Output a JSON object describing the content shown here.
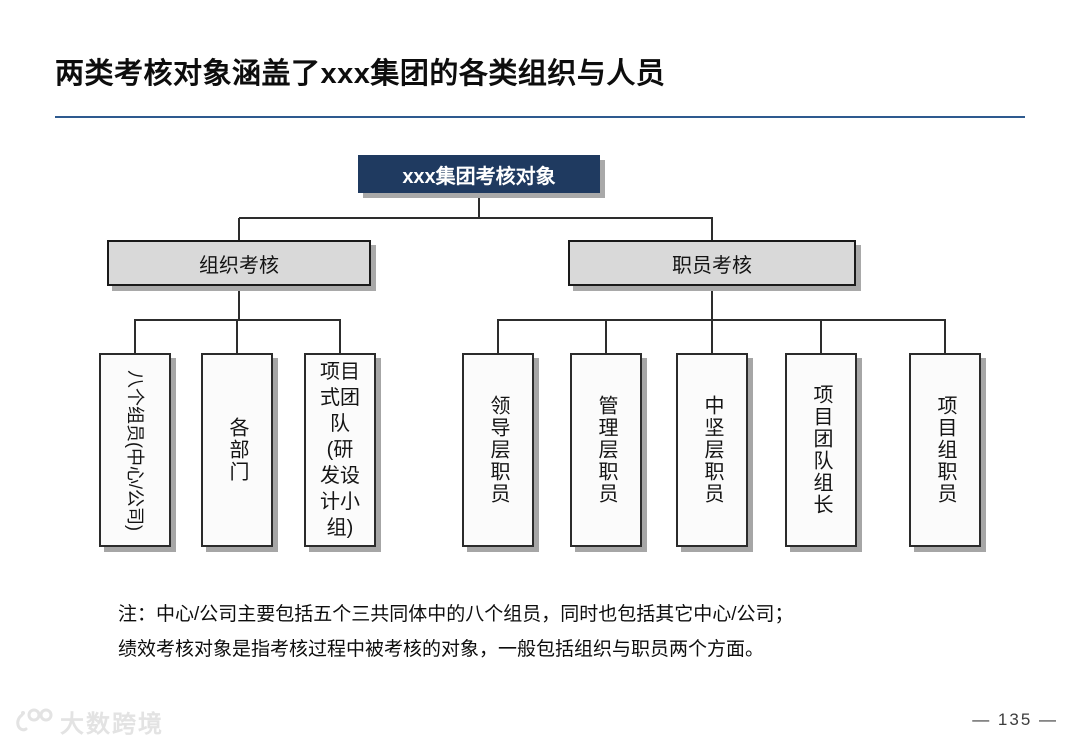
{
  "slide": {
    "title": "两类考核对象涵盖了xxx集团的各类组织与人员",
    "page_number": "— 135 —",
    "watermark_text": "大数跨境",
    "watermark_icon": "brand-100-icon"
  },
  "colors": {
    "root_box": "#1f3a60",
    "branch_box": "#d9d9d9",
    "leaf_box": "#fbfbfb",
    "divider": "#2e5a8f",
    "connector": "#2d2d2d",
    "shadow": "#a9a9a9"
  },
  "chart": {
    "type": "org-tree",
    "root": {
      "label": "xxx集团考核对象"
    },
    "branches": [
      {
        "label": "组织考核",
        "children": [
          {
            "label": "八个组员(中心/公司)"
          },
          {
            "label": "各部门"
          },
          {
            "label": "项目式团队(研发设计小组)"
          }
        ]
      },
      {
        "label": "职员考核",
        "children": [
          {
            "label": "领导层职员"
          },
          {
            "label": "管理层职员"
          },
          {
            "label": "中坚层职员"
          },
          {
            "label": "项目团队组长"
          },
          {
            "label": "项目组职员"
          }
        ]
      }
    ]
  },
  "note": {
    "lines": [
      "注：中心/公司主要包括五个三共同体中的八个组员，同时也包括其它中心/公司；",
      "绩效考核对象是指考核过程中被考核的对象，一般包括组织与职员两个方面。"
    ]
  }
}
